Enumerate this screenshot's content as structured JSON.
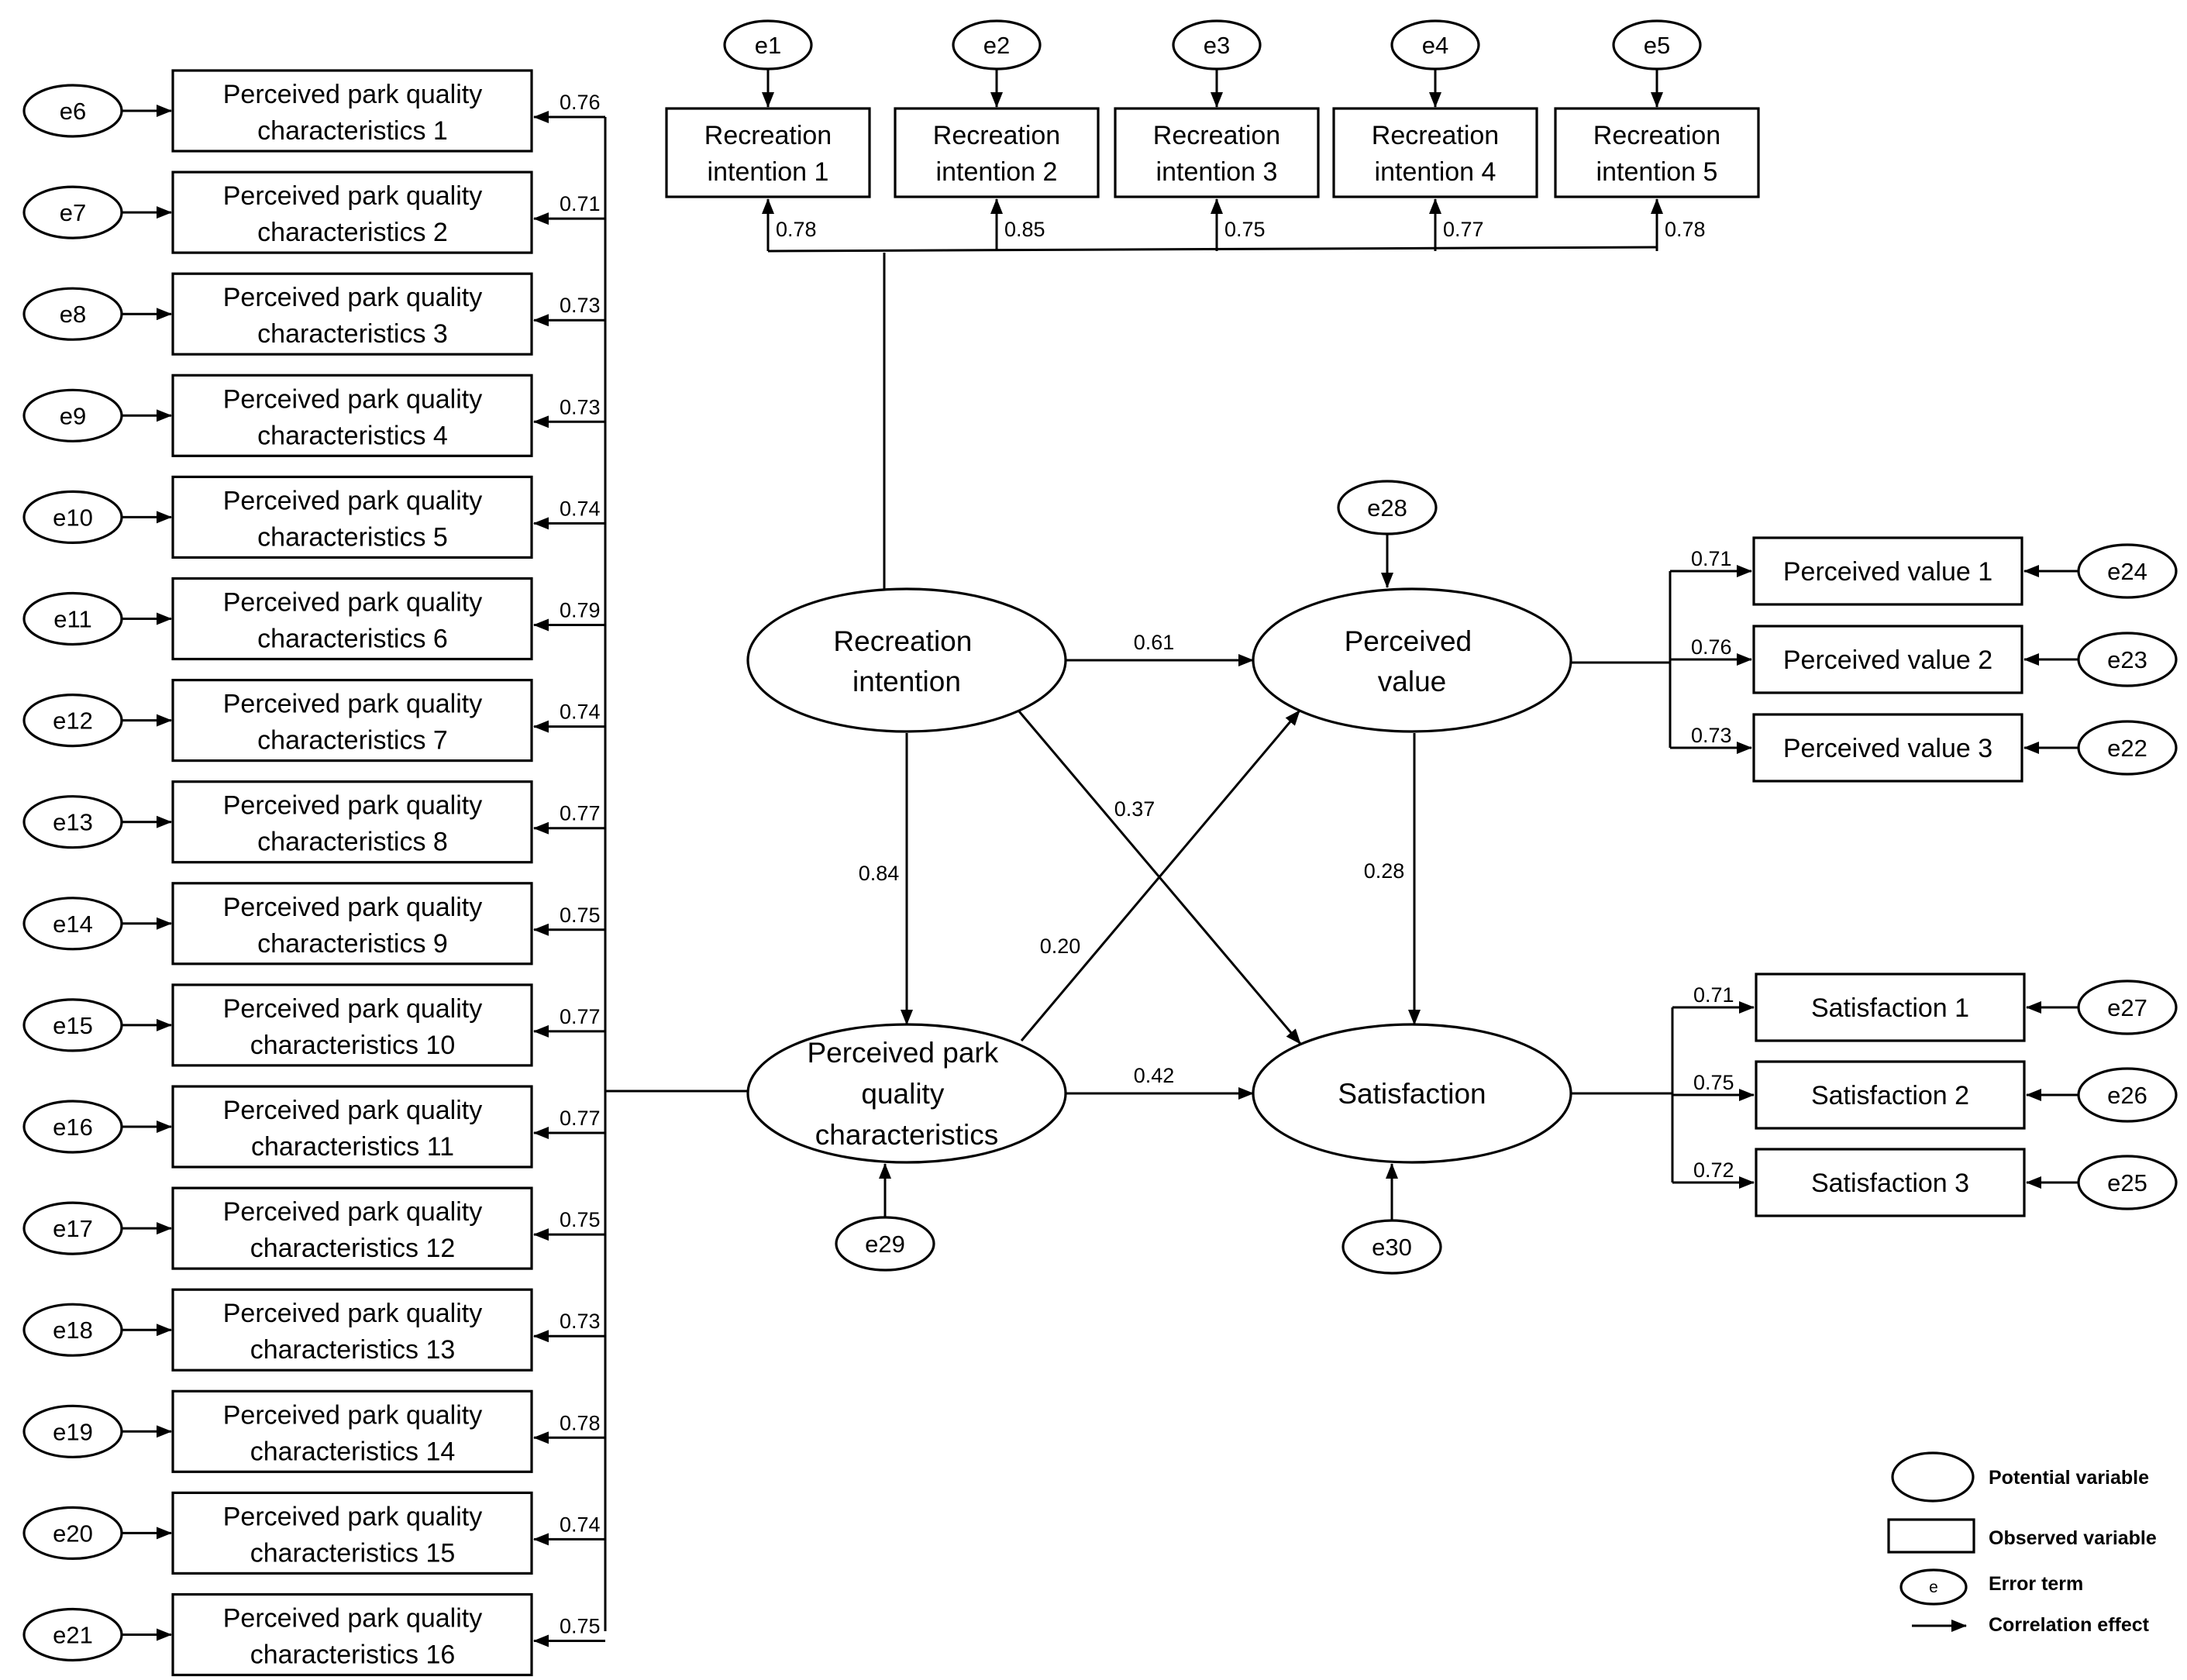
{
  "recreation_intention": {
    "latent_label": [
      "Recreation",
      "intention"
    ],
    "indicators": [
      {
        "error": "e1",
        "label": [
          "Recreation",
          "intention 1"
        ],
        "loading": "0.78"
      },
      {
        "error": "e2",
        "label": [
          "Recreation",
          "intention 2"
        ],
        "loading": "0.85"
      },
      {
        "error": "e3",
        "label": [
          "Recreation",
          "intention 3"
        ],
        "loading": "0.75"
      },
      {
        "error": "e4",
        "label": [
          "Recreation",
          "intention 4"
        ],
        "loading": "0.77"
      },
      {
        "error": "e5",
        "label": [
          "Recreation",
          "intention 5"
        ],
        "loading": "0.78"
      }
    ]
  },
  "park_quality": {
    "latent_label": [
      "Perceived park",
      "quality",
      "characteristics"
    ],
    "latent_error": "e29",
    "indicators": [
      {
        "error": "e6",
        "label": [
          "Perceived park quality",
          "characteristics 1"
        ],
        "loading": "0.76"
      },
      {
        "error": "e7",
        "label": [
          "Perceived park quality",
          "characteristics 2"
        ],
        "loading": "0.71"
      },
      {
        "error": "e8",
        "label": [
          "Perceived park quality",
          "characteristics 3"
        ],
        "loading": "0.73"
      },
      {
        "error": "e9",
        "label": [
          "Perceived park quality",
          "characteristics 4"
        ],
        "loading": "0.73"
      },
      {
        "error": "e10",
        "label": [
          "Perceived park quality",
          "characteristics 5"
        ],
        "loading": "0.74"
      },
      {
        "error": "e11",
        "label": [
          "Perceived park quality",
          "characteristics 6"
        ],
        "loading": "0.79"
      },
      {
        "error": "e12",
        "label": [
          "Perceived park quality",
          "characteristics 7"
        ],
        "loading": "0.74"
      },
      {
        "error": "e13",
        "label": [
          "Perceived park quality",
          "characteristics 8"
        ],
        "loading": "0.77"
      },
      {
        "error": "e14",
        "label": [
          "Perceived park quality",
          "characteristics 9"
        ],
        "loading": "0.75"
      },
      {
        "error": "e15",
        "label": [
          "Perceived park quality",
          "characteristics 10"
        ],
        "loading": "0.77"
      },
      {
        "error": "e16",
        "label": [
          "Perceived park quality",
          "characteristics 11"
        ],
        "loading": "0.77"
      },
      {
        "error": "e17",
        "label": [
          "Perceived park quality",
          "characteristics 12"
        ],
        "loading": "0.75"
      },
      {
        "error": "e18",
        "label": [
          "Perceived park quality",
          "characteristics 13"
        ],
        "loading": "0.73"
      },
      {
        "error": "e19",
        "label": [
          "Perceived park quality",
          "characteristics 14"
        ],
        "loading": "0.78"
      },
      {
        "error": "e20",
        "label": [
          "Perceived park quality",
          "characteristics 15"
        ],
        "loading": "0.74"
      },
      {
        "error": "e21",
        "label": [
          "Perceived park quality",
          "characteristics 16"
        ],
        "loading": "0.75"
      }
    ]
  },
  "perceived_value": {
    "latent_label": [
      "Perceived",
      "value"
    ],
    "latent_error": "e28",
    "indicators": [
      {
        "error": "e24",
        "label": "Perceived value 1",
        "loading": "0.71"
      },
      {
        "error": "e23",
        "label": "Perceived value 2",
        "loading": "0.76"
      },
      {
        "error": "e22",
        "label": "Perceived value 3",
        "loading": "0.73"
      }
    ]
  },
  "satisfaction": {
    "latent_label": [
      "Satisfaction"
    ],
    "latent_error": "e30",
    "indicators": [
      {
        "error": "e27",
        "label": "Satisfaction 1",
        "loading": "0.71"
      },
      {
        "error": "e26",
        "label": "Satisfaction 2",
        "loading": "0.75"
      },
      {
        "error": "e25",
        "label": "Satisfaction 3",
        "loading": "0.72"
      }
    ]
  },
  "paths": {
    "ri_to_pv": "0.61",
    "ri_to_sat": "0.37",
    "ri_to_ppq": "0.84",
    "ppq_to_pv": "0.20",
    "pv_to_sat": "0.28",
    "ppq_to_sat": "0.42"
  },
  "legend": {
    "potential": "Potential variable",
    "observed": "Observed variable",
    "error_symbol": "e",
    "error": "Error term",
    "correlation": "Correlation effect"
  }
}
